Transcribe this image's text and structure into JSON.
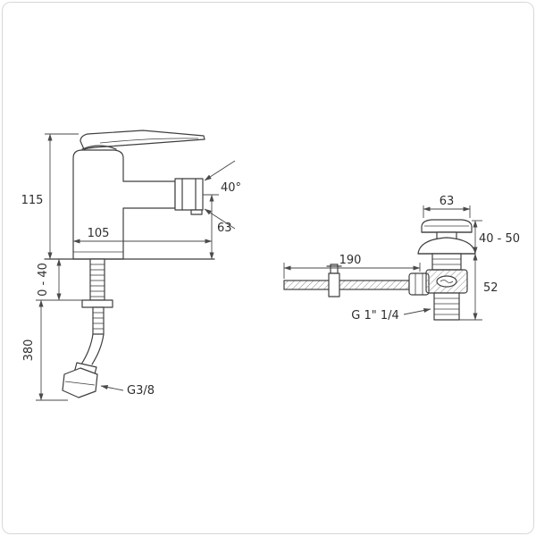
{
  "colors": {
    "background": "#ffffff",
    "line": "#3f3f3f",
    "dimension_line": "#4a4a4a",
    "text": "#2e2e2e",
    "frame_border": "#d8d8d8"
  },
  "faucet_view": {
    "dim_total_height": "115",
    "dim_spout_reach": "105",
    "dim_spout_height": "63",
    "dim_swivel_angle": "40°",
    "dim_deck_thickness": "0 - 40",
    "dim_hose_length": "380",
    "thread_label": "G3/8"
  },
  "drain_view": {
    "dim_cap_diameter": "63",
    "dim_cap_height": "40 - 50",
    "dim_body_height": "52",
    "dim_rod_length": "190",
    "thread_label": "G 1\" 1/4"
  }
}
